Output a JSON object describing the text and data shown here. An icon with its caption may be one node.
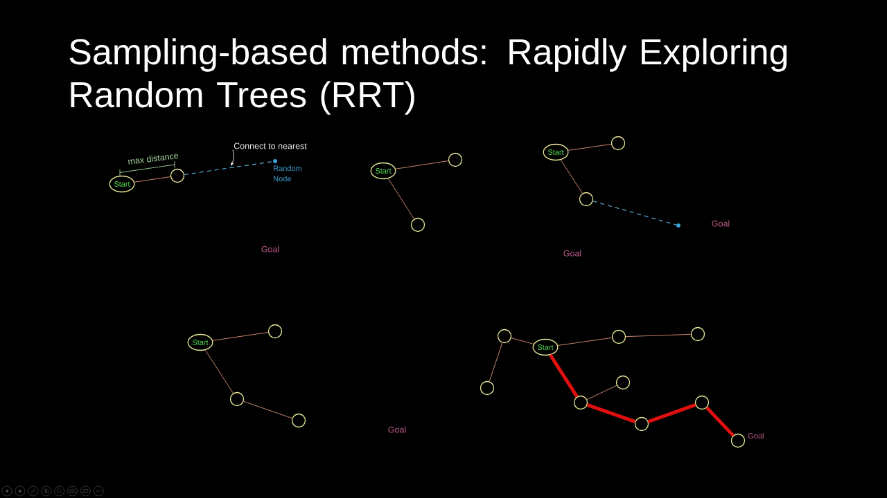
{
  "diagram": {
    "title": "Sampling-based methods: Rapidly Exploring Random Trees (RRT)",
    "nodes": [
      {
        "text": [
          "Start"
        ]
      },
      {
        "text": [],
        "shape": "circle"
      },
      {
        "text": [],
        "shape": "dot",
        "beside": [
          "Random Node"
        ]
      },
      {
        "text": [
          "Connect to nearest"
        ]
      },
      {
        "text": [
          "Start"
        ]
      },
      {
        "text": [],
        "shape": "circle"
      },
      {
        "text": [],
        "shape": "circle"
      },
      {
        "text": [
          "Start"
        ]
      },
      {
        "text": [],
        "shape": "circle"
      },
      {
        "text": [],
        "shape": "circle"
      },
      {
        "text": [],
        "shape": "dot"
      },
      {
        "text": [
          "Start"
        ]
      },
      {
        "text": [],
        "shape": "circle"
      },
      {
        "text": [],
        "shape": "circle"
      },
      {
        "text": [],
        "shape": "circle"
      },
      {
        "text": [],
        "shape": "circle"
      },
      {
        "text": [
          "Start"
        ]
      },
      {
        "text": [],
        "shape": "circle"
      },
      {
        "text": [],
        "shape": "circle"
      },
      {
        "text": [],
        "shape": "circle"
      },
      {
        "text": [],
        "shape": "circle"
      },
      {
        "text": [],
        "shape": "circle"
      },
      {
        "text": [],
        "shape": "circle"
      },
      {
        "text": [],
        "shape": "circle"
      },
      {
        "text": [],
        "shape": "circle",
        "beside": [
          "Goal"
        ]
      }
    ],
    "edges": [
      {
        "from": 0,
        "to": 1,
        "arrow": "none"
      },
      {
        "from": 1,
        "to": 2,
        "arrow": "none",
        "style": "dashed",
        "color": "#5ab4dc"
      },
      {
        "from": 3,
        "to": null,
        "arrow": "to",
        "color": "#e8e8e8"
      },
      {
        "from": 4,
        "to": 5,
        "arrow": "none"
      },
      {
        "from": 4,
        "to": 6,
        "arrow": "none"
      },
      {
        "from": 7,
        "to": 8,
        "arrow": "none"
      },
      {
        "from": 7,
        "to": 9,
        "arrow": "none"
      },
      {
        "from": 9,
        "to": 10,
        "arrow": "none",
        "style": "dashed",
        "color": "#5ab4dc"
      },
      {
        "from": 11,
        "to": 12,
        "arrow": "none"
      },
      {
        "from": 11,
        "to": 13,
        "arrow": "none"
      },
      {
        "from": 13,
        "to": 14,
        "arrow": "none"
      },
      {
        "from": 15,
        "to": 16,
        "arrow": "none"
      },
      {
        "from": 15,
        "to": 20,
        "arrow": "none"
      },
      {
        "from": 16,
        "to": 17,
        "arrow": "none"
      },
      {
        "from": 17,
        "to": 18,
        "arrow": "none"
      },
      {
        "from": 21,
        "to": 19,
        "arrow": "none"
      },
      {
        "from": 16,
        "to": 21,
        "arrow": "none",
        "style": "thick",
        "color": "#e01010"
      },
      {
        "from": 21,
        "to": 23,
        "arrow": "none",
        "style": "thick",
        "color": "#e01010"
      },
      {
        "from": 23,
        "to": 22,
        "arrow": "none",
        "style": "thick",
        "color": "#e01010"
      },
      {
        "from": 22,
        "to": 24,
        "arrow": "none",
        "style": "thick",
        "color": "#e01010"
      }
    ],
    "labels": [
      "max distance",
      "Goal",
      "Goal",
      "Goal",
      "Goal"
    ]
  }
}
